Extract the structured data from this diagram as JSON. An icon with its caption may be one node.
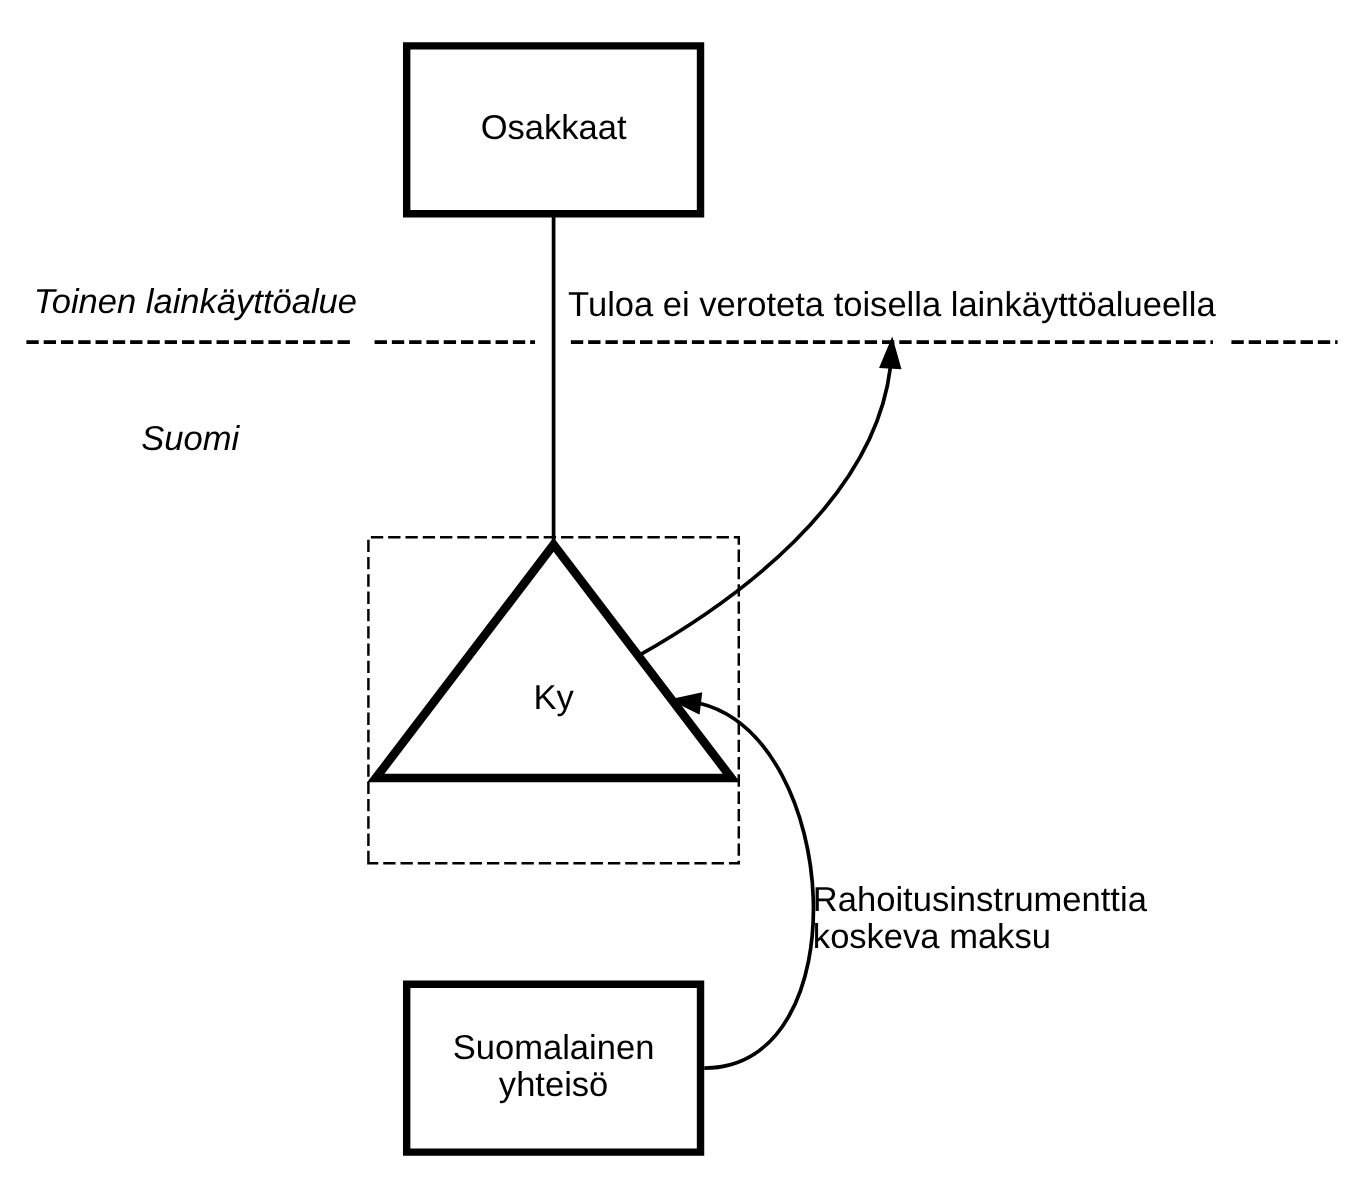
{
  "diagram": {
    "nodes": [
      {
        "text": [
          "Osakkaat"
        ]
      },
      {
        "text": [
          "Tuloa ei veroteta toisella lainkäyttöalueella"
        ]
      },
      {
        "text": [],
        "shape": "box"
      },
      {
        "text": [
          "Ky"
        ],
        "in": 2
      },
      {
        "text": [
          "Suomalainen yhteisö"
        ]
      }
    ],
    "edges": [
      {
        "from": 0,
        "to": 3,
        "arrow": "none"
      },
      {
        "from": 3,
        "to": 1,
        "arrow": "to"
      },
      {
        "from": 4,
        "to": 3,
        "arrow": "to",
        "label": "Rahoitusinstrumenttia koskeva maksu"
      }
    ],
    "labels": [
      "Toinen lainkäyttöalue",
      "Suomi"
    ]
  }
}
